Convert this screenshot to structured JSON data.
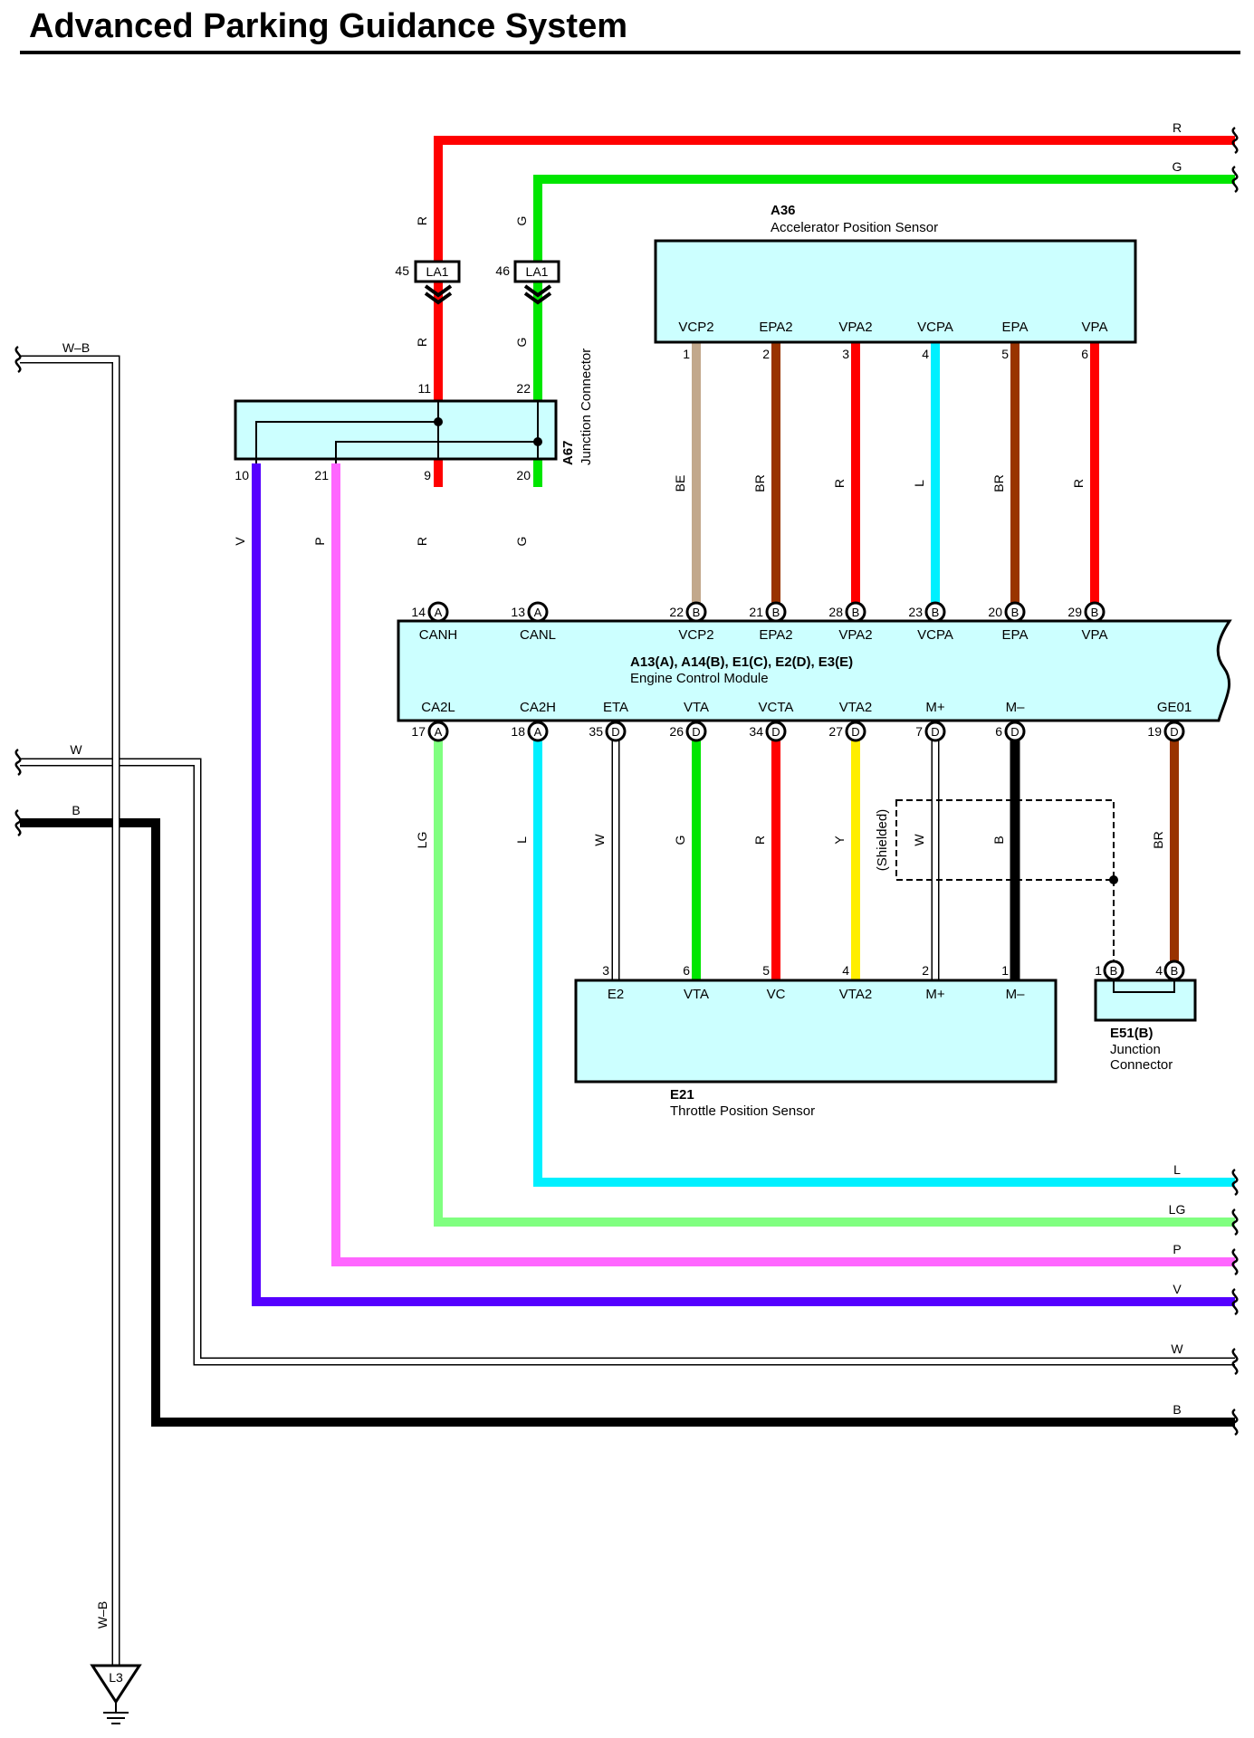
{
  "title": "Advanced Parking Guidance System",
  "colors": {
    "R": "#ff0000",
    "G": "#00e600",
    "BE": "#c2a88c",
    "BR": "#993300",
    "L": "#00f0ff",
    "LG": "#80ff80",
    "P": "#ff66ff",
    "V": "#5500ff",
    "Y": "#ffee00",
    "B": "#000000",
    "W": "#ffffff",
    "W-B": "#ffffff",
    "connector": "#ccffff"
  },
  "offpage_top": [
    {
      "label": "R"
    },
    {
      "label": "G"
    }
  ],
  "offpage_bottom": [
    {
      "label": "L"
    },
    {
      "label": "LG"
    },
    {
      "label": "P"
    },
    {
      "label": "V"
    },
    {
      "label": "W"
    },
    {
      "label": "B"
    }
  ],
  "offpage_left": [
    {
      "label": "W–B"
    },
    {
      "label": "W"
    },
    {
      "label": "B"
    }
  ],
  "ground": {
    "label": "L3",
    "wire": "W–B"
  },
  "inline": [
    {
      "pin": "45",
      "code": "LA1",
      "wire": "R"
    },
    {
      "pin": "46",
      "code": "LA1",
      "wire": "G"
    }
  ],
  "a36": {
    "id": "A36",
    "name": "Accelerator Position Sensor",
    "pins": [
      {
        "n": "1",
        "sig": "VCP2",
        "wire": "BE"
      },
      {
        "n": "2",
        "sig": "EPA2",
        "wire": "BR"
      },
      {
        "n": "3",
        "sig": "VPA2",
        "wire": "R"
      },
      {
        "n": "4",
        "sig": "VCPA",
        "wire": "L"
      },
      {
        "n": "5",
        "sig": "EPA",
        "wire": "BR"
      },
      {
        "n": "6",
        "sig": "VPA",
        "wire": "R"
      }
    ]
  },
  "a67": {
    "id": "A67",
    "name": "Junction Connector",
    "pins": [
      {
        "n": "11",
        "wire": "R"
      },
      {
        "n": "22",
        "wire": "G"
      },
      {
        "n": "10",
        "wire": "V"
      },
      {
        "n": "21",
        "wire": "P"
      },
      {
        "n": "9",
        "wire": "R"
      },
      {
        "n": "20",
        "wire": "G"
      }
    ]
  },
  "ecm": {
    "id": "A13(A), A14(B), E1(C), E2(D), E3(E)",
    "name": "Engine Control Module",
    "top": [
      {
        "n": "14",
        "c": "A",
        "sig": "CANH"
      },
      {
        "n": "13",
        "c": "A",
        "sig": "CANL"
      },
      {
        "n": "22",
        "c": "B",
        "sig": "VCP2"
      },
      {
        "n": "21",
        "c": "B",
        "sig": "EPA2"
      },
      {
        "n": "28",
        "c": "B",
        "sig": "VPA2"
      },
      {
        "n": "23",
        "c": "B",
        "sig": "VCPA"
      },
      {
        "n": "20",
        "c": "B",
        "sig": "EPA"
      },
      {
        "n": "29",
        "c": "B",
        "sig": "VPA"
      }
    ],
    "bottom": [
      {
        "n": "17",
        "c": "A",
        "sig": "CA2L",
        "wire": "LG"
      },
      {
        "n": "18",
        "c": "A",
        "sig": "CA2H",
        "wire": "L"
      },
      {
        "n": "35",
        "c": "D",
        "sig": "ETA",
        "wire": "W"
      },
      {
        "n": "26",
        "c": "D",
        "sig": "VTA",
        "wire": "G"
      },
      {
        "n": "34",
        "c": "D",
        "sig": "VCTA",
        "wire": "R"
      },
      {
        "n": "27",
        "c": "D",
        "sig": "VTA2",
        "wire": "Y"
      },
      {
        "n": "7",
        "c": "D",
        "sig": "M+",
        "wire": "W"
      },
      {
        "n": "6",
        "c": "D",
        "sig": "M–",
        "wire": "B"
      },
      {
        "n": "19",
        "c": "D",
        "sig": "GE01",
        "wire": "BR"
      }
    ]
  },
  "e21": {
    "id": "E21",
    "name": "Throttle Position Sensor",
    "pins": [
      {
        "n": "3",
        "sig": "E2"
      },
      {
        "n": "6",
        "sig": "VTA"
      },
      {
        "n": "5",
        "sig": "VC"
      },
      {
        "n": "4",
        "sig": "VTA2"
      },
      {
        "n": "2",
        "sig": "M+"
      },
      {
        "n": "1",
        "sig": "M–"
      }
    ]
  },
  "e51": {
    "id": "E51(B)",
    "name1": "Junction",
    "name2": "Connector",
    "pins": [
      {
        "n": "1",
        "c": "B"
      },
      {
        "n": "4",
        "c": "B"
      }
    ]
  },
  "shielded": "(Shielded)",
  "side_labels": {
    "v": "V",
    "p": "P",
    "r": "R",
    "g": "G"
  }
}
